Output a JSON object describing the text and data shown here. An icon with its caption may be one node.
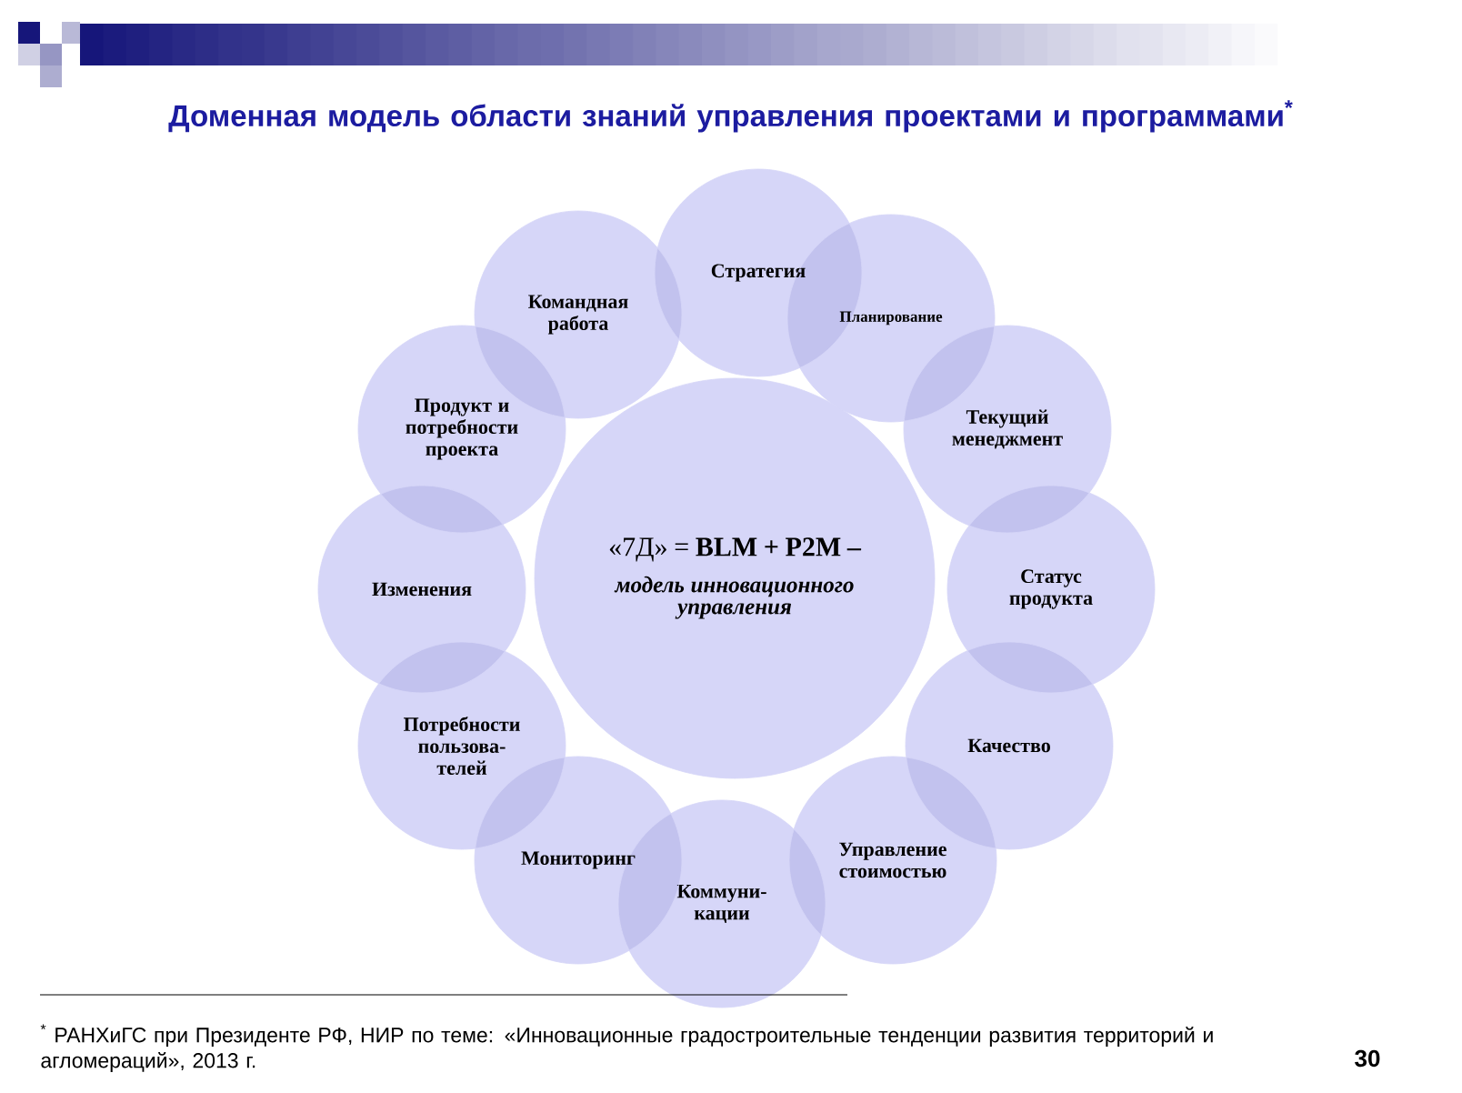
{
  "diagram": {
    "title": "Доменная модель области знаний управления проектами и программами$^{*}$",
    "nodes": [
      {
        "text": [
          "«7Д» = **BLM + P2M –**",
          "модель инновационного управления"
        ]
      },
      {
        "text": [
          "Стратегия"
        ]
      },
      {
        "text": [
          "Планирование"
        ]
      },
      {
        "text": [
          "Текущий менеджмент"
        ]
      },
      {
        "text": [
          "Статус продукта"
        ]
      },
      {
        "text": [
          "Качество"
        ]
      },
      {
        "text": [
          "Управление стоимостью"
        ]
      },
      {
        "text": [
          "Коммуни- кации"
        ]
      },
      {
        "text": [
          "Мониторинг"
        ]
      },
      {
        "text": [
          "Потребности пользова- телей"
        ]
      },
      {
        "text": [
          "Изменения"
        ]
      },
      {
        "text": [
          "Продукт и потребности проекта"
        ]
      },
      {
        "text": [
          "Командная работа"
        ]
      }
    ],
    "edges": [],
    "labels": [
      "$^{*}$ РАНХиГС при Президенте РФ, НИР по теме: «Инновационные градостроительные тенденции развития территорий и агломераций», 2013 г.",
      "30"
    ]
  }
}
